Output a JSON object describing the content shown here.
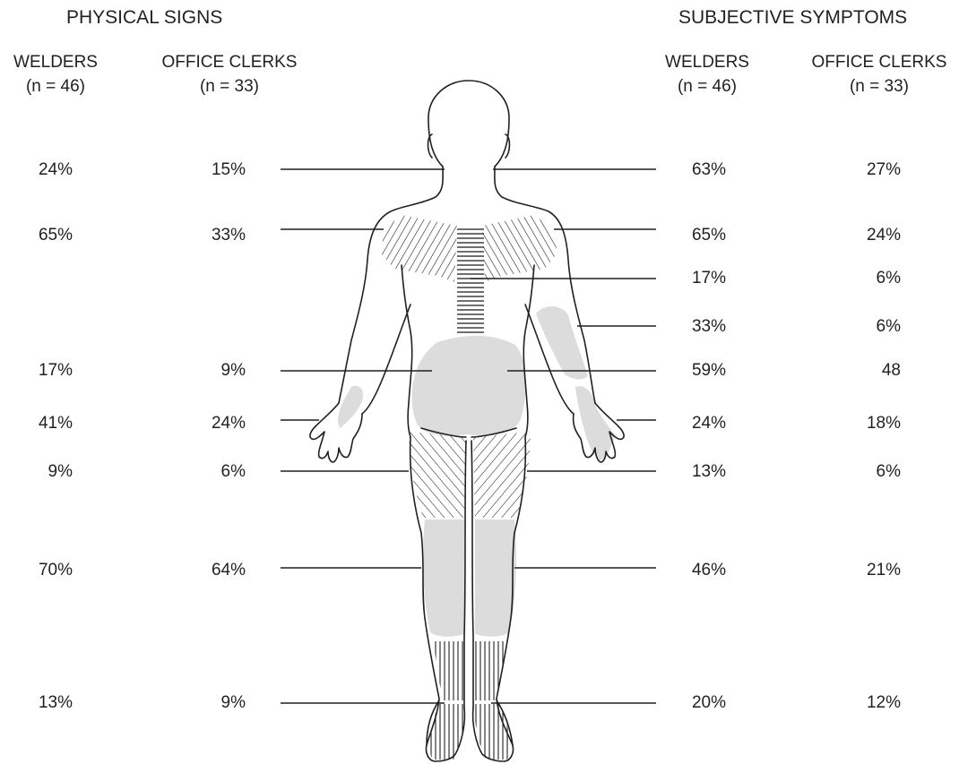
{
  "headers": {
    "physical_signs": "PHYSICAL SIGNS",
    "subjective_symptoms": "SUBJECTIVE SYMPTOMS",
    "left_welders": "WELDERS",
    "left_welders_n": "(n = 46)",
    "left_clerks": "OFFICE CLERKS",
    "left_clerks_n": "(n = 33)",
    "right_welders": "WELDERS",
    "right_welders_n": "(n = 46)",
    "right_clerks": "OFFICE CLERKS",
    "right_clerks_n": "(n = 33)"
  },
  "physical_signs": {
    "welders": [
      "24%",
      "65%",
      "17%",
      "41%",
      "9%",
      "70%",
      "13%"
    ],
    "office_clerks": [
      "15%",
      "33%",
      "9%",
      "24%",
      "6%",
      "64%",
      "9%"
    ]
  },
  "subjective_symptoms": {
    "welders": [
      "63%",
      "65%",
      "17%",
      "33%",
      "59%",
      "24%",
      "13%",
      "46%",
      "20%"
    ],
    "office_clerks": [
      "27%",
      "24%",
      "6%",
      "6%",
      "48",
      "18%",
      "6%",
      "21%",
      "12%"
    ]
  },
  "colors": {
    "ink": "#231f20",
    "shade": "#dcdcdc"
  }
}
